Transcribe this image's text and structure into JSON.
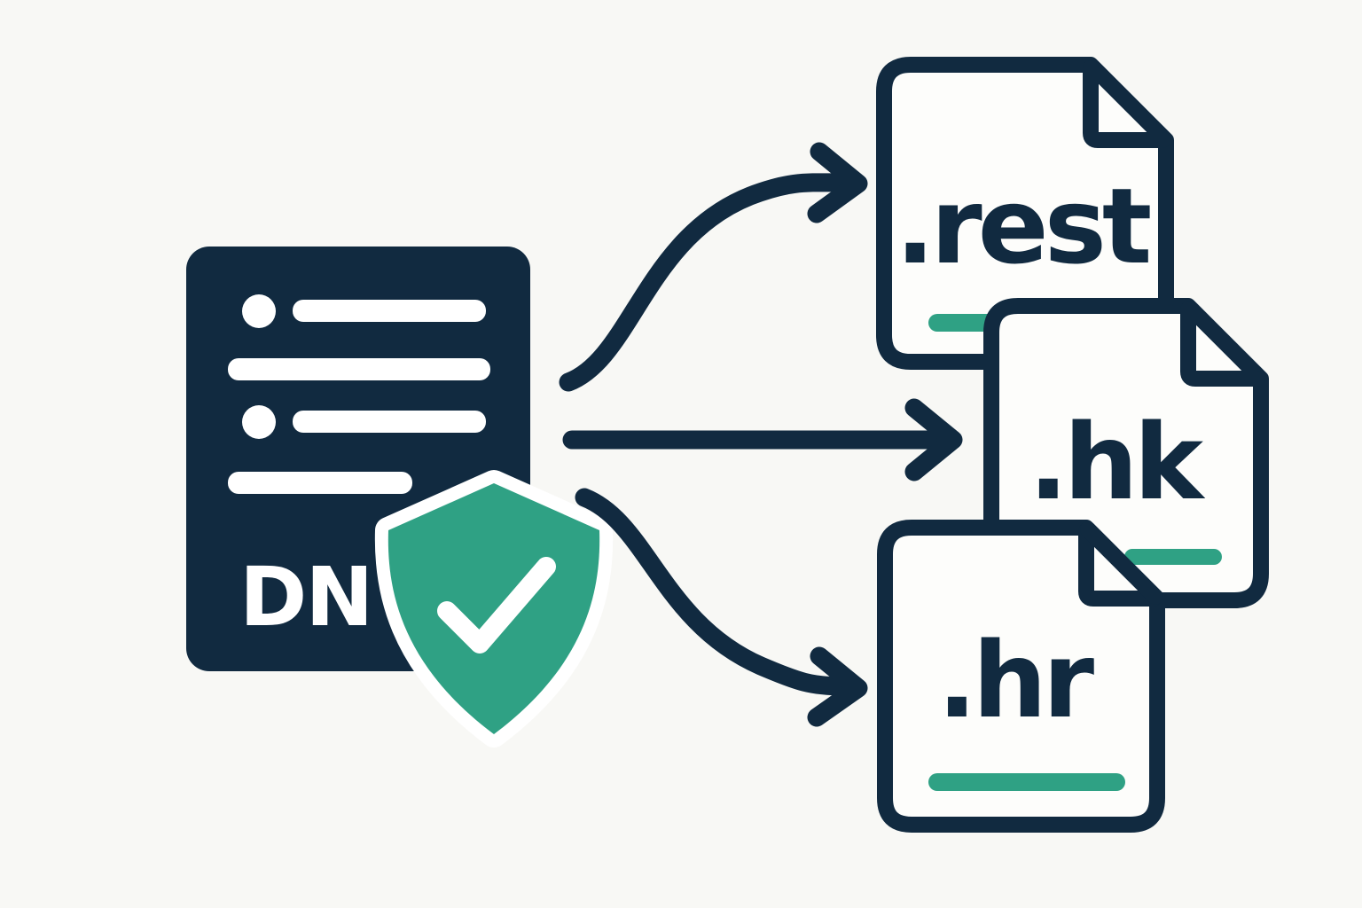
{
  "colors": {
    "background": "#f8f8f5",
    "navy": "#112a40",
    "green": "#2fa184",
    "paper": "#fdfdfb",
    "white": "#ffffff"
  },
  "server": {
    "label": "DN"
  },
  "shield": {
    "icon": "shield-check"
  },
  "arrows": [
    {
      "icon": "curved-arrow-up-right"
    },
    {
      "icon": "straight-arrow-right"
    },
    {
      "icon": "curved-arrow-down-right"
    }
  ],
  "documents": [
    {
      "label": ".rest"
    },
    {
      "label": ".hk"
    },
    {
      "label": ".hr"
    }
  ]
}
